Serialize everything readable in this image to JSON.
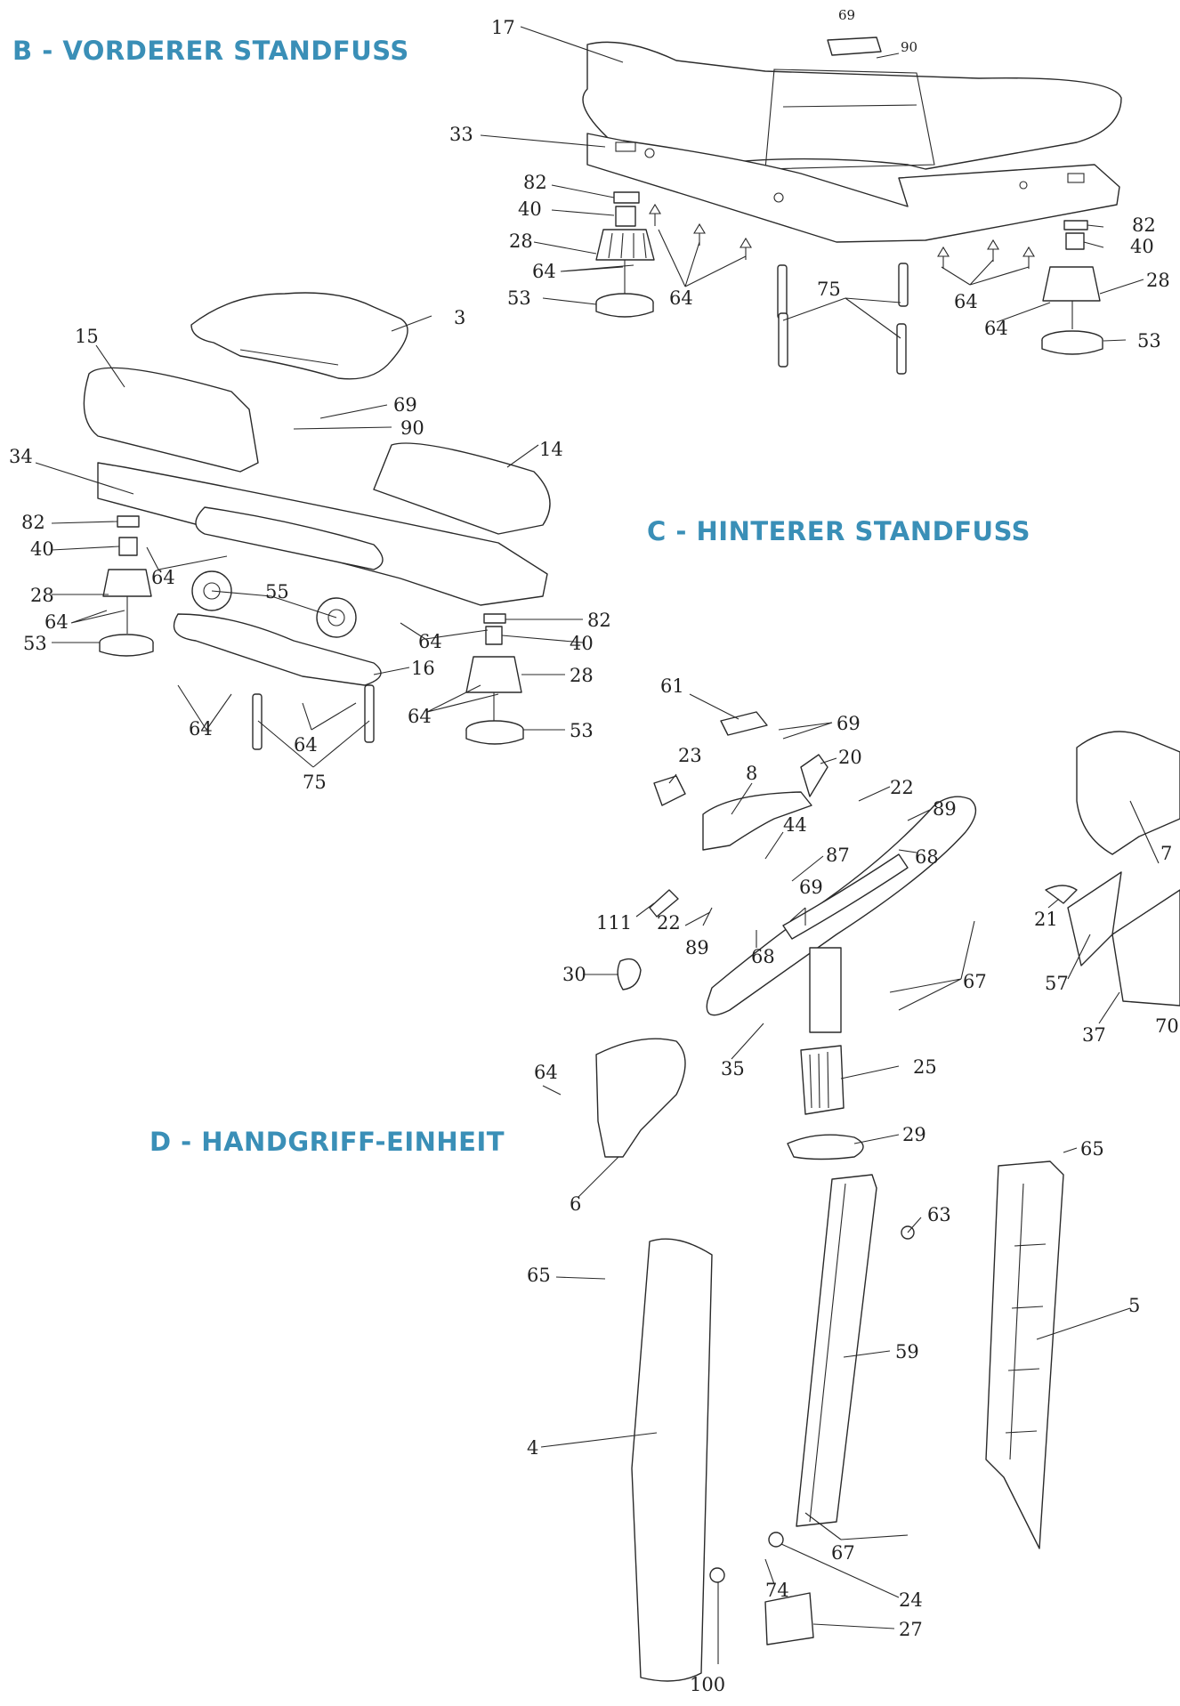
{
  "sections": {
    "b": "B - VORDERER STANDFUSS",
    "c": "C - HINTERER STANDFUSS",
    "d": "D - HANDGRIFF-EINHEIT"
  },
  "colors": {
    "accent": "#3a8fb7",
    "line": "#2a2a2a"
  },
  "callouts": [
    "17",
    "69",
    "90",
    "33",
    "82",
    "40",
    "28",
    "64",
    "53",
    "75",
    "64",
    "64",
    "82",
    "40",
    "28",
    "64",
    "53",
    "3",
    "15",
    "69",
    "90",
    "34",
    "14",
    "82",
    "40",
    "64",
    "28",
    "55",
    "64",
    "53",
    "16",
    "82",
    "40",
    "28",
    "64",
    "64",
    "64",
    "53",
    "75",
    "64",
    "61",
    "69",
    "23",
    "20",
    "8",
    "22",
    "89",
    "44",
    "87",
    "68",
    "69",
    "111",
    "22",
    "89",
    "68",
    "30",
    "67",
    "35",
    "64",
    "25",
    "29",
    "6",
    "65",
    "63",
    "4",
    "59",
    "67",
    "74",
    "24",
    "100",
    "27",
    "7",
    "21",
    "57",
    "37",
    "70",
    "65",
    "5"
  ]
}
